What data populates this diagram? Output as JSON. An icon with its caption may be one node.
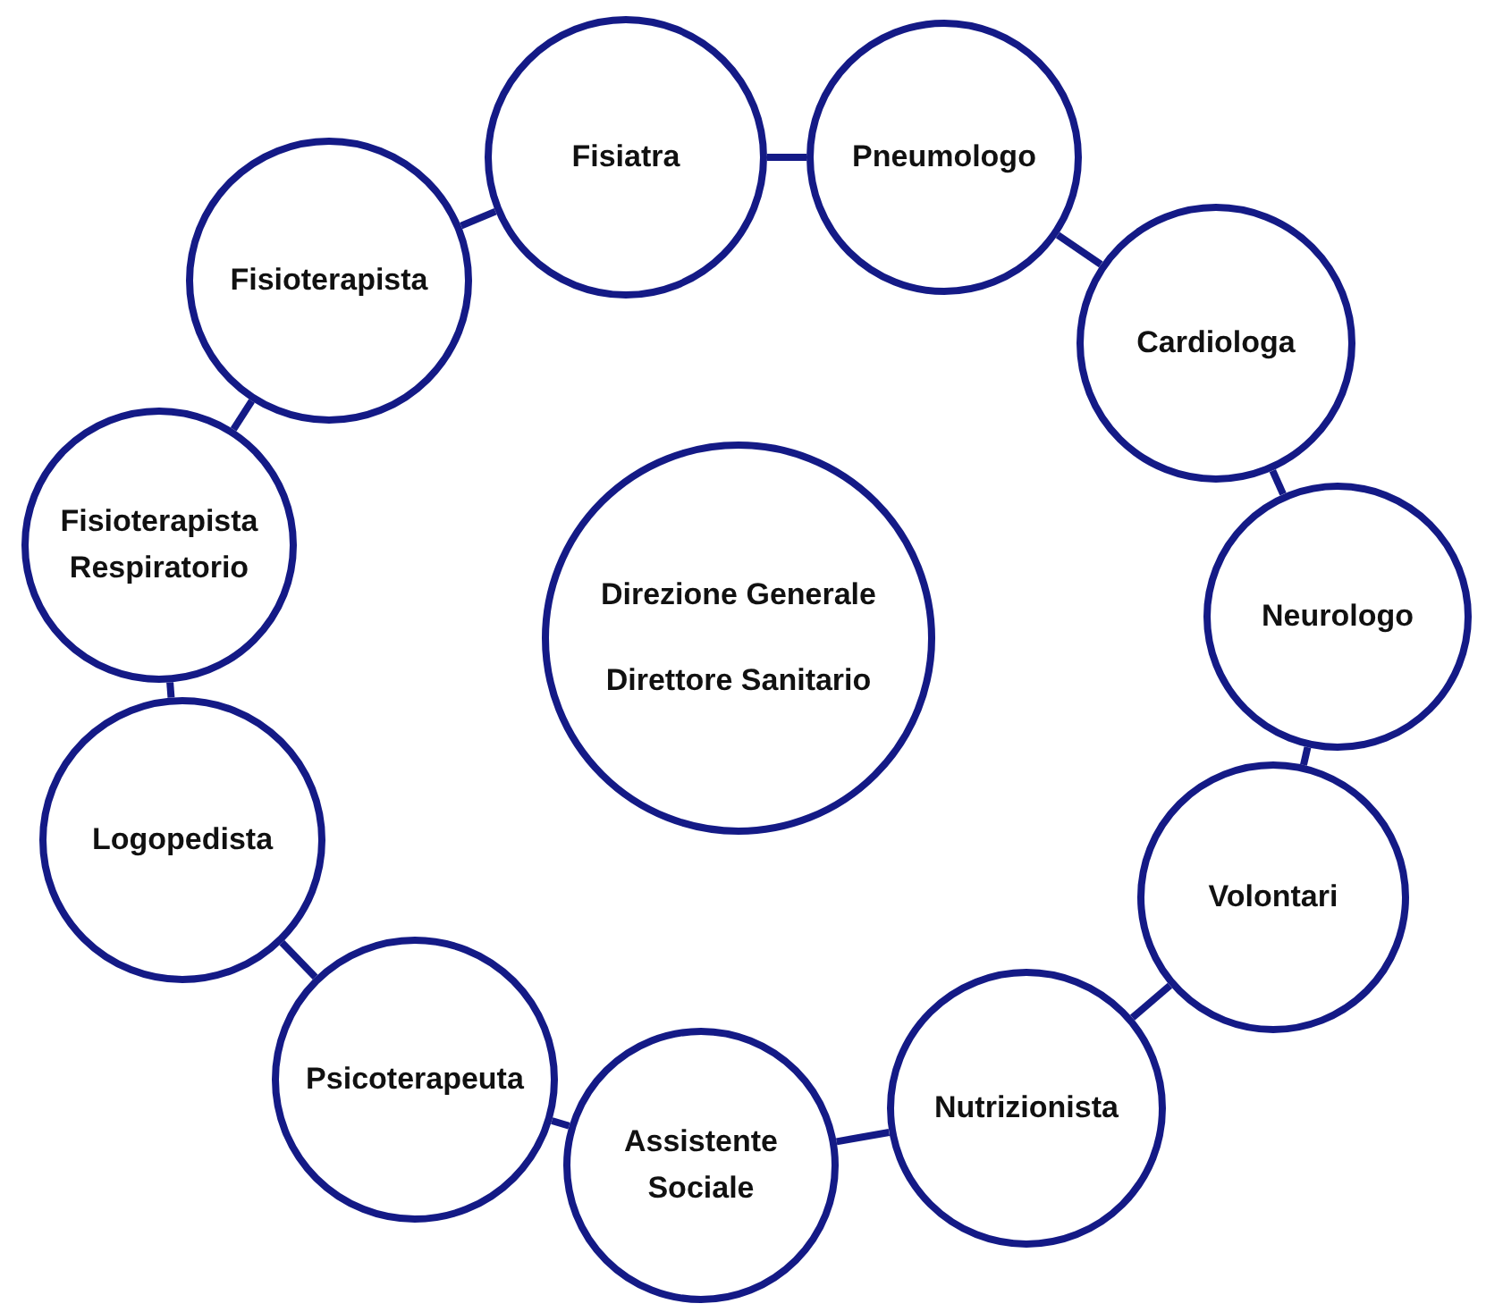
{
  "diagram": {
    "nodes": [
      {
        "text": [
          "Fisiatra"
        ]
      },
      {
        "text": [
          "Pneumologo"
        ]
      },
      {
        "text": [
          "Fisioterapista"
        ]
      },
      {
        "text": [
          "Cardiologa"
        ]
      },
      {
        "text": [
          "Fisioterapista Respiratorio"
        ]
      },
      {
        "text": [
          "Direzione Generale",
          "Direttore Sanitario"
        ]
      },
      {
        "text": [
          "Neurologo"
        ]
      },
      {
        "text": [
          "Logopedista"
        ]
      },
      {
        "text": [
          "Volontari"
        ]
      },
      {
        "text": [
          "Psicoterapeuta"
        ]
      },
      {
        "text": [
          "Nutrizionista"
        ]
      },
      {
        "text": [
          "Assistente Sociale"
        ]
      }
    ],
    "edges": [
      {
        "from": 0,
        "to": 1,
        "arrow": "none"
      },
      {
        "from": 1,
        "to": 3,
        "arrow": "none"
      },
      {
        "from": 3,
        "to": 6,
        "arrow": "none"
      },
      {
        "from": 6,
        "to": 8,
        "arrow": "none"
      },
      {
        "from": 8,
        "to": 10,
        "arrow": "none"
      },
      {
        "from": 10,
        "to": 11,
        "arrow": "none"
      },
      {
        "from": 11,
        "to": 9,
        "arrow": "none"
      },
      {
        "from": 9,
        "to": 7,
        "arrow": "none"
      },
      {
        "from": 7,
        "to": 4,
        "arrow": "none"
      },
      {
        "from": 4,
        "to": 2,
        "arrow": "none"
      },
      {
        "from": 2,
        "to": 0,
        "arrow": "none"
      }
    ]
  }
}
